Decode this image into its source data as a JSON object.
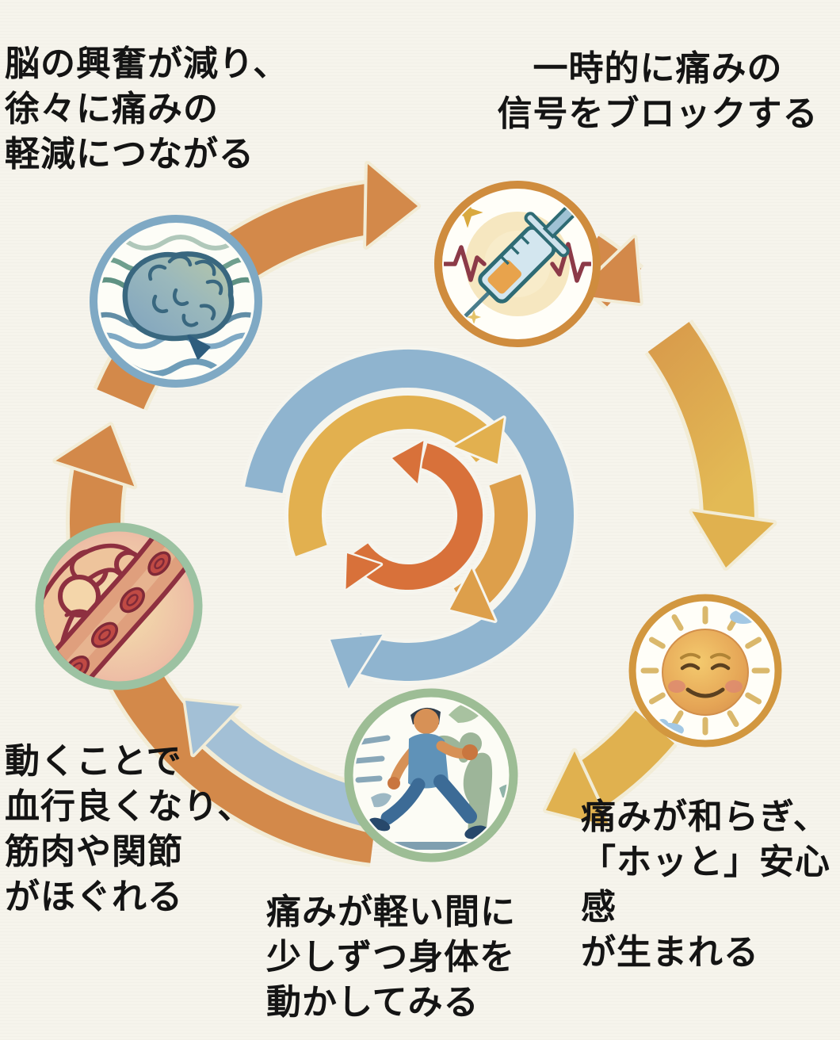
{
  "diagram": {
    "type": "cycle",
    "background": "#f6f4ec",
    "captions": {
      "brain": "脳の興奮が減り、\n徐々に痛みの\n軽減につながる",
      "block": "一時的に痛みの\n信号をブロックする",
      "relief": "痛みが和らぎ、\n「ホッと」安心感\nが生まれる",
      "move": "痛みが軽い間に\n少しずつ身体を\n動かしてみる",
      "circulation": "動くことで\n血行良くなり、\n筋肉や関節\nがほぐれる"
    },
    "icons": {
      "brain": "brain-waves-icon",
      "block": "syringe-heartbeat-icon",
      "relief": "calm-sun-icon",
      "move": "walking-person-icon",
      "circulation": "muscle-blood-vessel-icon"
    },
    "colors": {
      "arrow_orange": "#d3894a",
      "arrow_gold": "#dfae4e",
      "arrow_blue": "#a3c0d6",
      "arrow_outline": "#f2ecd6",
      "center_blue": "#8fb4cf",
      "center_gold": "#e2b04f",
      "center_orange": "#d8713a",
      "node_ring_blue": "#7fa9c4",
      "node_ring_orange": "#cf8c3e",
      "node_ring_green": "#9dbd95",
      "text": "#141414"
    }
  }
}
